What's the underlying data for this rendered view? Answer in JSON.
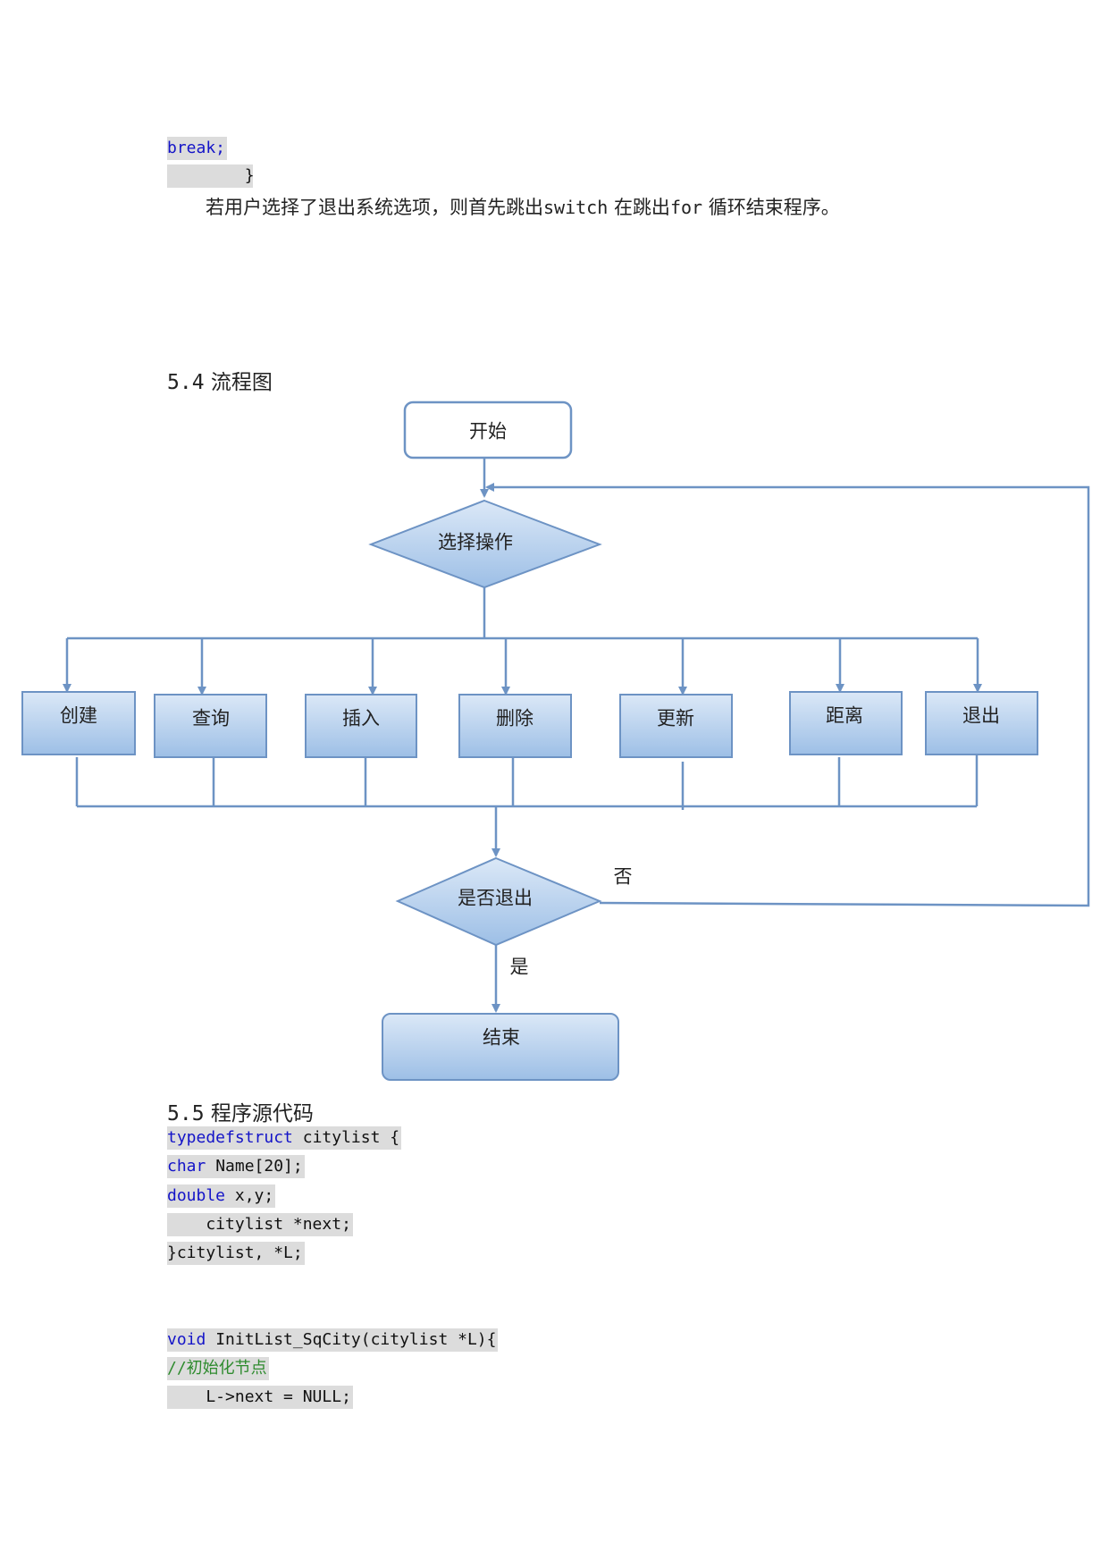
{
  "top_code": {
    "break_line": "break;",
    "brace_line": "        }"
  },
  "paragraph": {
    "part1": "若用户选择了退出系统选项，则首先跳出",
    "kw1": "switch",
    "part2": "在跳出",
    "kw2": "for",
    "part3": "循环结束程序。"
  },
  "section_54": {
    "number": "5.4",
    "title": "流程图"
  },
  "flowchart": {
    "start": "开始",
    "choose": "选择操作",
    "ops": [
      "创建",
      "查询",
      "插入",
      "删除",
      "更新",
      "距离",
      "退出"
    ],
    "decision": "是否退出",
    "no_label": "否",
    "yes_label": "是",
    "end": "结束"
  },
  "section_55": {
    "number": "5.5",
    "title": "程序源代码"
  },
  "code_lines": [
    {
      "kw": "typedefstruct",
      "rest": " citylist {"
    },
    {
      "kw": "char",
      "rest": " Name[20];"
    },
    {
      "kw": "double",
      "rest": " x,y;"
    },
    {
      "kw": "",
      "rest": "    citylist *next;"
    },
    {
      "kw": "",
      "rest": "}citylist, *L;"
    },
    {
      "kw": "void",
      "rest": " InitList_SqCity(citylist *L){"
    },
    {
      "comment": "//初始化节点"
    },
    {
      "kw": "",
      "rest": "    L->next = NULL;"
    }
  ],
  "colors": {
    "keyword": "#1414c8",
    "comment": "#2e8b2e",
    "box_fill_top": "#dbe8f7",
    "box_fill_bottom": "#9dbfe6",
    "line": "#6d93c4"
  }
}
